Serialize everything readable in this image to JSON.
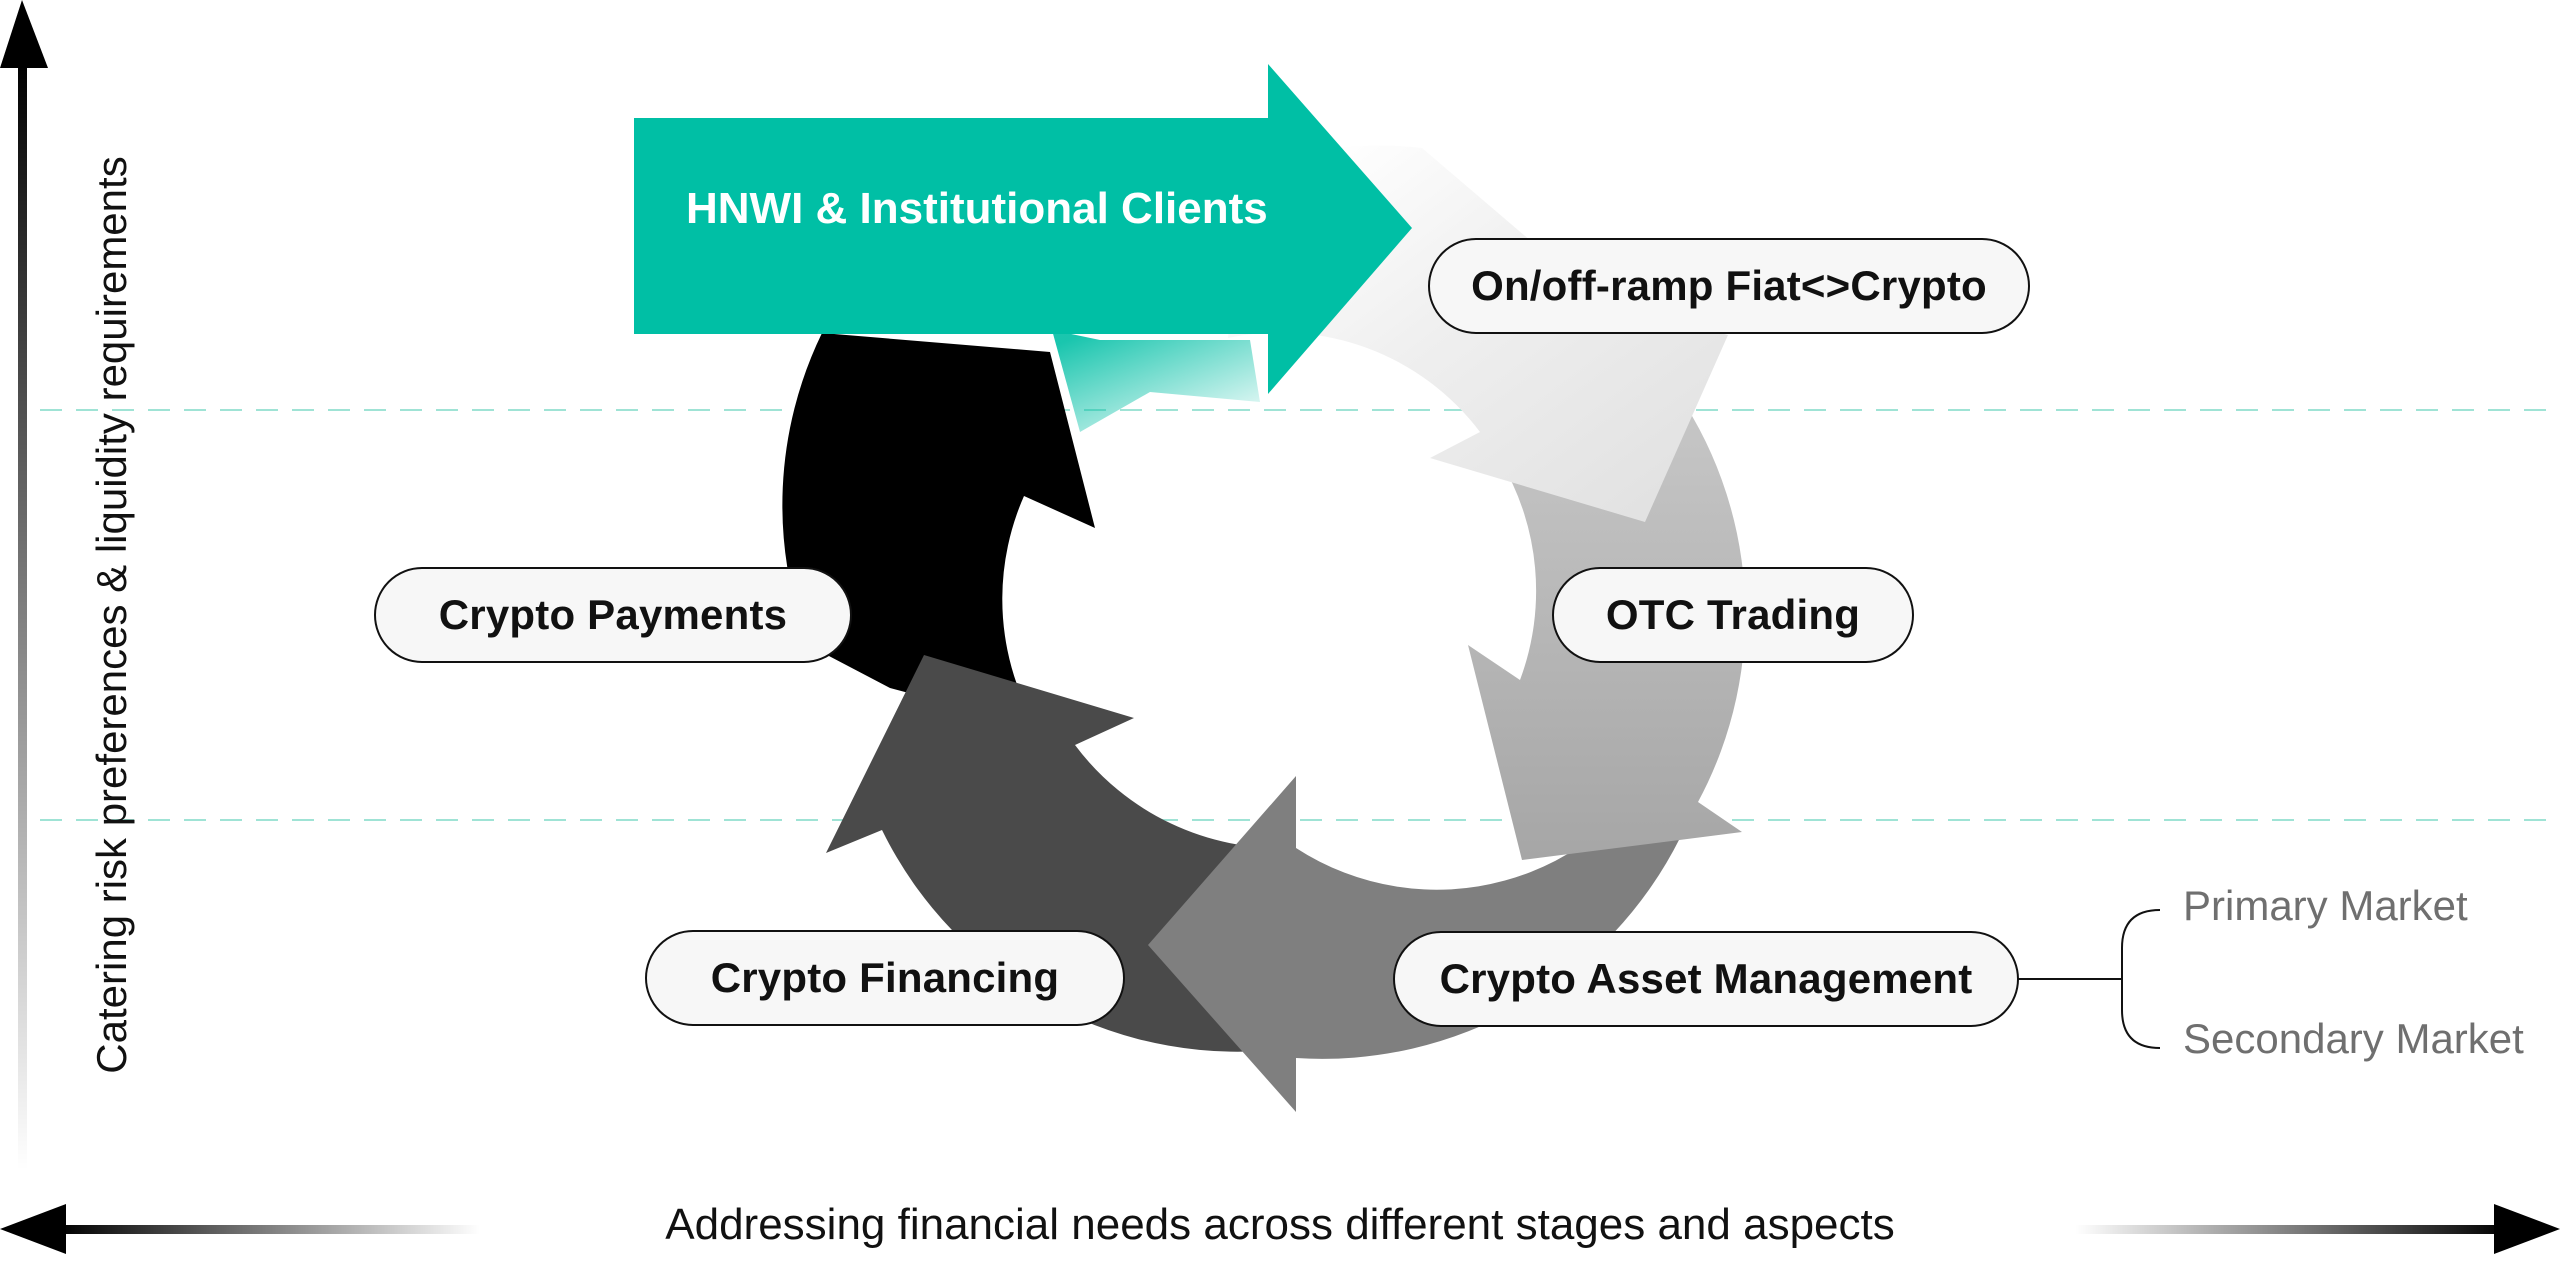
{
  "banner": {
    "label": "HNWI & Institutional Clients",
    "color": "#00BFA5"
  },
  "stages": {
    "onramp": "On/off-ramp Fiat<>Crypto",
    "otc": "OTC Trading",
    "asset_management": "Crypto Asset Management",
    "financing": "Crypto Financing",
    "payments": "Crypto Payments"
  },
  "asset_management_branches": {
    "primary": "Primary Market",
    "secondary": "Secondary Market"
  },
  "axes": {
    "x_label": "Addressing financial needs across different stages and aspects",
    "y_label": "Catering risk preferences & liquidity requirements"
  },
  "colors": {
    "accent": "#00BFA5",
    "onramp_arrow": "#E6E6E6",
    "otc_arrow": "#ABABAB",
    "asset_arrow": "#7F7F7F",
    "financing_arrow": "#4A4A4A",
    "payments_arrow": "#000000",
    "guide_line": "#9FE3D5"
  }
}
